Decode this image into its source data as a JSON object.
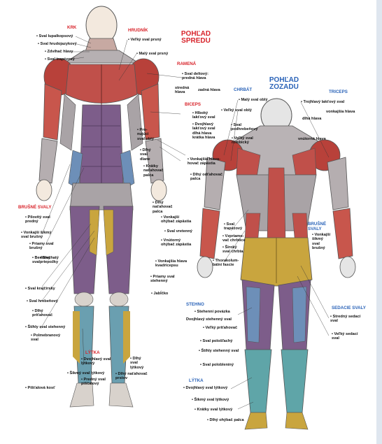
{
  "colors": {
    "section_red": "#d8232a",
    "section_blue": "#2a63b8",
    "muscle_red": "#b8413a",
    "muscle_purple": "#7d5d8a",
    "muscle_yellow": "#c9a53e",
    "muscle_blue": "#6d8fb8",
    "muscle_teal": "#5fa5a8"
  },
  "headings": {
    "front": "POHĽAD\nSPREDU",
    "back": "POHĽAD\nZOZADU"
  },
  "sections": {
    "krk": "KRK",
    "hrudnik": "HRUDNÍK",
    "ramena": "RAMENÁ",
    "biceps": "BICEPS",
    "brusne_front": "BRUŠNÉ SVALY",
    "lytka_front": "LÝTKA",
    "chrbat": "CHRBÁT",
    "triceps": "TRICEPS",
    "brusne_back": "BRUŠNÉ\nSVALY",
    "stehno": "STEHNO",
    "sedacie": "SEDACIE SVALY",
    "lytka_back": "LÝTKA"
  },
  "labels": {
    "f1": "• Sval lupalkopsový",
    "f2": "• Sval hrudojazykový",
    "f3": "• Zdvíhač hlavy",
    "f4": "• Sval trapézový",
    "f5": "• Veľký sval prsný",
    "f6": "• Malý sval prsný",
    "f7": "• Sval deltový:\npredná hlava",
    "f8": "stredná\nhlava",
    "f9": "zadná hlava",
    "f10": "• Hlboký\nlakťový sval",
    "f11": "• Dvojhlavý\nlakťový sval\ndlhá hlava\nkrátka hlava",
    "f12": "• Pro-\nnujúci\nsval oblý",
    "f13": "• Dlhý\nsval\ndlane",
    "f14": "• Krátky\nnaťahovač\npalca",
    "f15": "• Vonkajší šikmý\nsval brušný",
    "f16": "• Priamy sval\nbrušný",
    "f17": "• Pilovitý sval\npredný",
    "f18": "• Bedrový\nsval",
    "f19": "• Dlhý\nnaťahovač\npalca",
    "f20": "• Vonkajší\nohýbač zápästia",
    "f21": "• Sval vretenný",
    "f22": "• Vnútorný\nohýbač zápästia",
    "f23": "• Blachatý\npriepožky",
    "f24": "• Vonkajšia hlava\nkvadricepsu",
    "f25": "• Priamy sval\nstehenný",
    "f26": "• Jabĺčko",
    "f27": "• Sval krajčírsky",
    "f28": "• Sval hrebeňový",
    "f29": "• Dlhý\npriťahovač",
    "f30": "• Štíhly sval stehenný",
    "f31": "• Polmebranový\nsval",
    "f32": "• Dvojhlavý sval\nlýtkový",
    "f33": "• Šikmý sval lýtkový",
    "f34": "• Predný sval\npiščalový",
    "f35": "• Dlhý\nsval\nlýtkový",
    "f36": "• Dlhý naťahovač\nprstov",
    "f37": "• Píšťalová kosť",
    "f38": "• Vonkajšia hlava-\nhovač zápästia",
    "f39": "• Dlhý odťahovač\npalca",
    "b1": "• Malý sval oblý",
    "b2": "• Veľký sval oblý",
    "b3": "• Sval\npodhrebeňový",
    "b4": "• Veľký sval\nrombický",
    "b5": "• Trojhlavý lakťový sval",
    "b6": "vonkajšia hlava",
    "b7": "dlhá hlava",
    "b8": "vnútorná hlava",
    "b9": "• Sval\ntrapézový",
    "b10": "• Vzpriamo-\nvač chrbtice",
    "b11": "• Široký\nsval chrbta",
    "b12": "• Thorakolum-\nbální fascie",
    "b13": "• Vonkajší\nšikmý\nsval\nbrušný",
    "b14": "• Stehenní povázka",
    "b15": "Dvojhlavý stehenný sval",
    "b16": "• Veľký priťahovač",
    "b17": "• Sval pološľachý",
    "b18": "• Štíhly stehenný sval",
    "b19": "• Sval polobleníný",
    "b20": "• Stredný sedací\nsval",
    "b21": "• Veľký sedací\nsval",
    "b22": "• Dvojhlavý sval lýtkový",
    "b23": "• Šikmý sval lýtkový",
    "b24": "• Krátky sval lýtkový",
    "b25": "• Dlhý ohýbač palca"
  }
}
